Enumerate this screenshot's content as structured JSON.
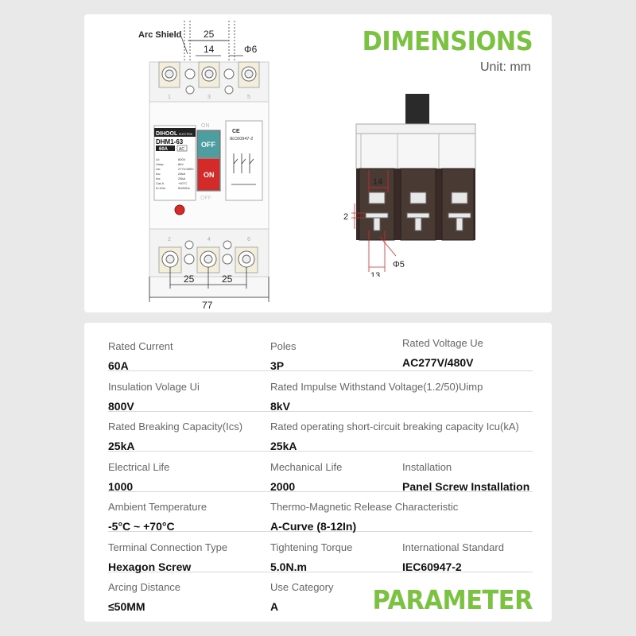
{
  "dimensions": {
    "title": "DIMENSIONS",
    "unit": "Unit: mm",
    "front": {
      "arc_shield": "Arc Shield",
      "dim_25_top": "25",
      "dim_14_top": "14",
      "dim_phi6": "Φ6",
      "dim_25_left": "25",
      "dim_25_right": "25",
      "dim_77": "77",
      "terminal_top": [
        "1",
        "3",
        "5"
      ],
      "terminal_bottom": [
        "2",
        "4",
        "6"
      ]
    },
    "label": {
      "brand": "DIHOOL",
      "brand_sub": "ELECTRIC",
      "model": "DHM1-63",
      "current": "60A",
      "ac": "AC",
      "on_top": "ON",
      "off_btn": "OFF",
      "on_btn": "ON",
      "off_bottom": "OFF",
      "specs_left": [
        "Ui:",
        "Uimp:",
        "Ue:",
        "Icu:",
        "Ics:",
        "Cat.A",
        "Ii=10In"
      ],
      "specs_right": [
        "800V",
        "8kV",
        "277V/480V",
        "25kA",
        "25kA",
        "+40°C",
        "50/60Hz"
      ],
      "cert": "IEC60947-2"
    },
    "side": {
      "dim_14": "14",
      "dim_2": "2",
      "dim_13": "13",
      "dim_phi5": "Φ5"
    }
  },
  "parameters": {
    "title": "PARAMETER",
    "rows": [
      [
        {
          "label": "Rated Current",
          "value": "60A"
        },
        {
          "label": "Poles",
          "value": "3P"
        },
        {
          "label": "Rated Voltage Ue",
          "value": "AC277V/480V"
        }
      ],
      [
        {
          "label": "Insulation Volage Ui",
          "value": "800V"
        },
        {
          "label": "Rated Impulse Withstand Voltage(1.2/50)Uimp",
          "value": "8kV"
        }
      ],
      [
        {
          "label": "Rated Breaking Capacity(Ics)",
          "value": "25kA"
        },
        {
          "label": "Rated operating short-circuit breaking capacity Icu(kA)",
          "value": "25kA"
        }
      ],
      [
        {
          "label": "Electrical Life",
          "value": "1000"
        },
        {
          "label": "Mechanical Life",
          "value": "2000"
        },
        {
          "label": "Installation",
          "value": "Panel Screw Installation"
        }
      ],
      [
        {
          "label": "Ambient Temperature",
          "value": "-5°C ~ +70°C"
        },
        {
          "label": "Thermo-Magnetic Release Characteristic",
          "value": "A-Curve (8-12In)"
        }
      ],
      [
        {
          "label": "Terminal Connection Type",
          "value": "Hexagon Screw"
        },
        {
          "label": "Tightening Torque",
          "value": "5.0N.m"
        },
        {
          "label": "International Standard",
          "value": "IEC60947-2"
        }
      ],
      [
        {
          "label": "Arcing Distance",
          "value": "≤50MM"
        },
        {
          "label": "Use Category",
          "value": "A"
        }
      ]
    ]
  }
}
